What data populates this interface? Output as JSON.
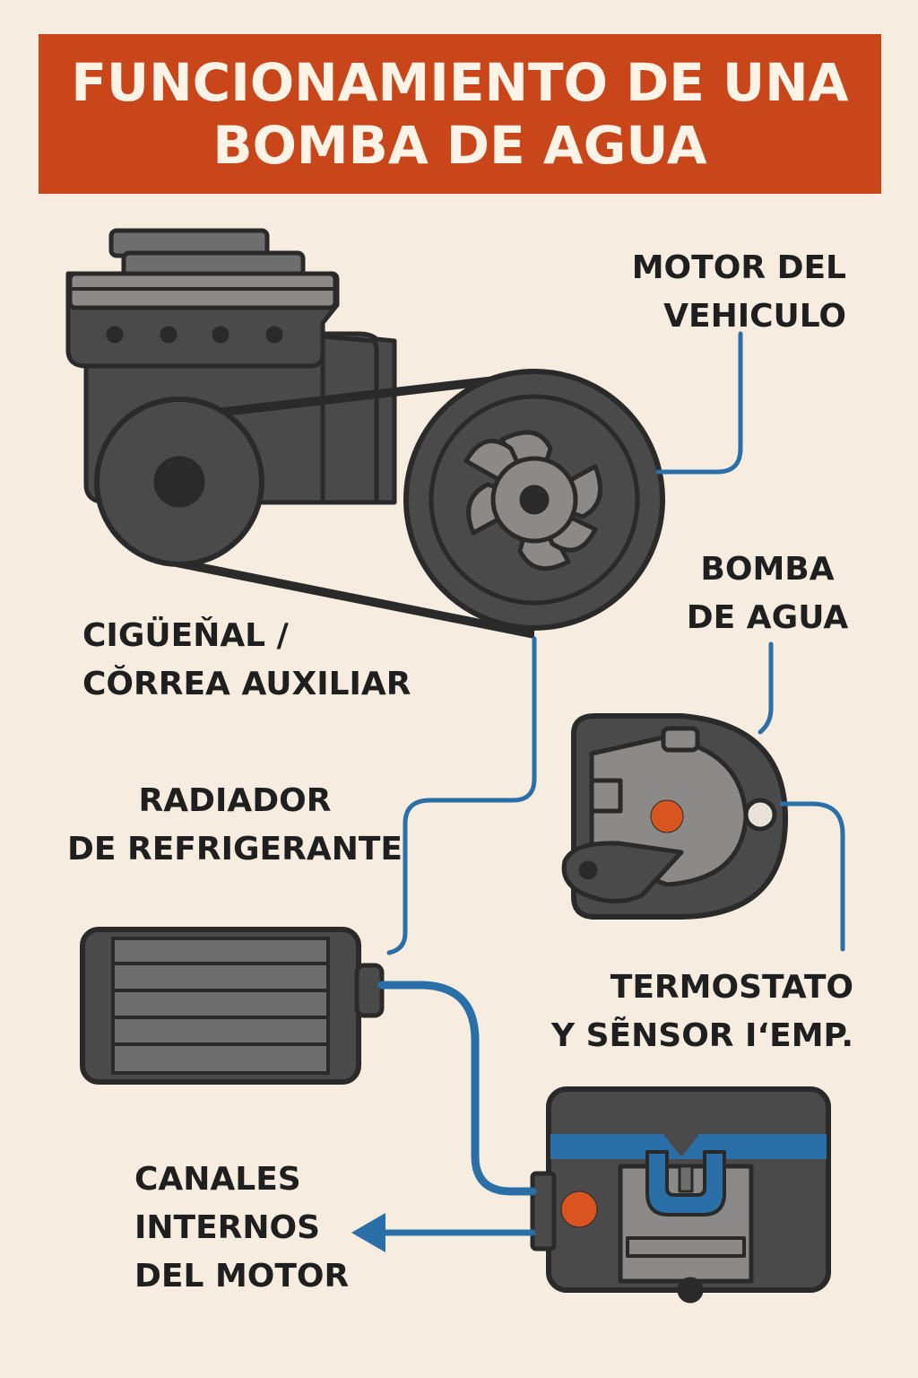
{
  "title": {
    "line1": "FUNCIONAMIENTO DE UNA",
    "line2": "BOMBA DE AGUA"
  },
  "labels": {
    "motor": {
      "line1": "MOTOR DEL",
      "line2": "VEHICULO"
    },
    "bomba": {
      "line1": "BOMBA",
      "line2": "DE AGUA"
    },
    "ciguenal": {
      "line1": "CIGÜEŇAL /",
      "line2": "CŎRREA AUXILIAR"
    },
    "radiador": {
      "line1": "RADIADOR",
      "line2": "DE REFRIGERANTE"
    },
    "termostato": {
      "line1": "TERMOSTATO",
      "line2": "Y SẼNSOR I‘EMP."
    },
    "canales": {
      "line1": "CANALES",
      "line2": "INTERNOS",
      "line3": "DEL MOTOR"
    }
  },
  "colors": {
    "background": "#f6ecdf",
    "banner": "#c8461a",
    "banner_text": "#fdf3e6",
    "label_text": "#1f1f1f",
    "outline": "#2a2a2a",
    "dark_gray": "#4a4a4a",
    "mid_gray": "#6e6e6e",
    "light_gray": "#8c8a88",
    "connector_blue": "#2b6fa8",
    "accent_orange": "#d9541e",
    "sensor_cream": "#e8e2d8"
  },
  "icons": {
    "engine": "engine-block-icon",
    "crank_pulley": "crankshaft-pulley-icon",
    "belt": "auxiliary-belt-icon",
    "pump_pulley": "water-pump-impeller-icon",
    "pump_housing": "water-pump-housing-icon",
    "radiator": "radiator-icon",
    "engine_block": "engine-coolant-channels-icon",
    "arrow": "arrow-left-icon"
  }
}
